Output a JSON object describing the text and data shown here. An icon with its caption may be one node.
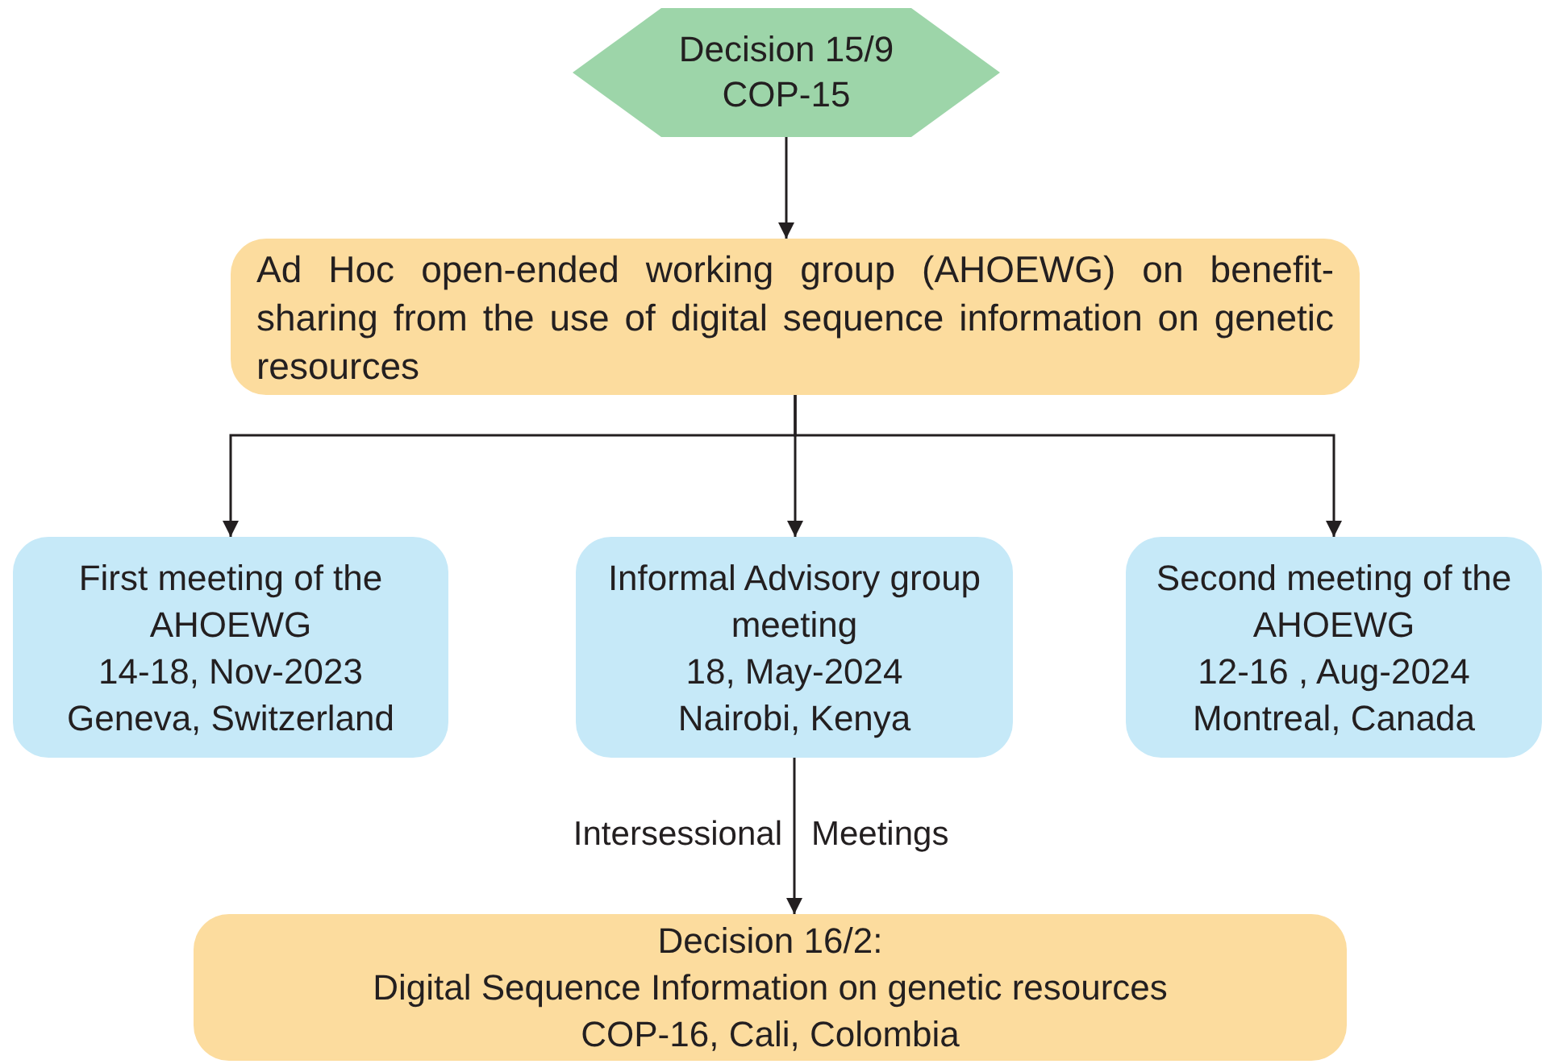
{
  "diagram": {
    "nodes": [
      {
        "text": [
          "Decision 15/9 COP-15"
        ]
      },
      {
        "text": [
          "Ad Hoc open-ended working group (AHOEWG) on benefit-sharing from the use of digital sequence information on genetic resources"
        ]
      },
      {
        "text": [
          "First meeting of the AHOEWG",
          "14-18, Nov-2023",
          "Geneva, Switzerland"
        ]
      },
      {
        "text": [
          "Informal Advisory group meeting",
          "18, May-2024",
          "Nairobi, Kenya"
        ]
      },
      {
        "text": [
          "Second meeting of the AHOEWG",
          "12-16 , Aug-2024",
          "Montreal, Canada"
        ]
      },
      {
        "text": [
          "Decision 16/2:",
          "Digital Sequence Information on genetic resources",
          "COP-16, Cali, Colombia"
        ]
      }
    ],
    "edges": [
      {
        "from": 0,
        "to": 1,
        "arrow": "to"
      },
      {
        "from": 1,
        "to": 2,
        "arrow": "to"
      },
      {
        "from": 1,
        "to": 3,
        "arrow": "to"
      },
      {
        "from": 1,
        "to": 4,
        "arrow": "to"
      },
      {
        "from": 3,
        "to": 5,
        "arrow": "to"
      }
    ],
    "labels": [
      "Intersessional",
      "Meetings"
    ]
  }
}
